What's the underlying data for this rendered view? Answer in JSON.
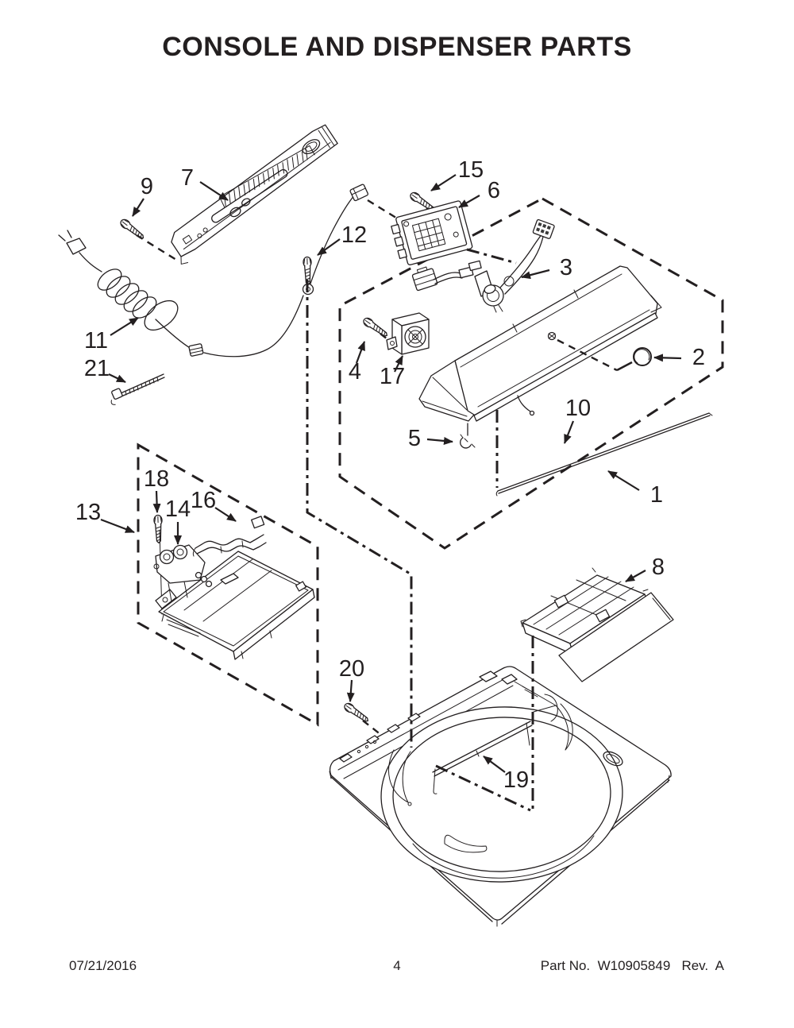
{
  "title": "CONSOLE AND DISPENSER PARTS",
  "callouts": {
    "c1": "1",
    "c2": "2",
    "c3": "3",
    "c4": "4",
    "c5": "5",
    "c6": "6",
    "c7": "7",
    "c8": "8",
    "c9": "9",
    "c10": "10",
    "c11": "11",
    "c12": "12",
    "c13": "13",
    "c14": "14",
    "c15": "15",
    "c16": "16",
    "c17": "17",
    "c18": "18",
    "c19": "19",
    "c20": "20",
    "c21": "21"
  },
  "footer": {
    "date": "07/21/2016",
    "page": "4",
    "part_number": "Part No.  W10905849   Rev.  A"
  },
  "colors": {
    "ink": "#231f20",
    "background": "#ffffff"
  }
}
